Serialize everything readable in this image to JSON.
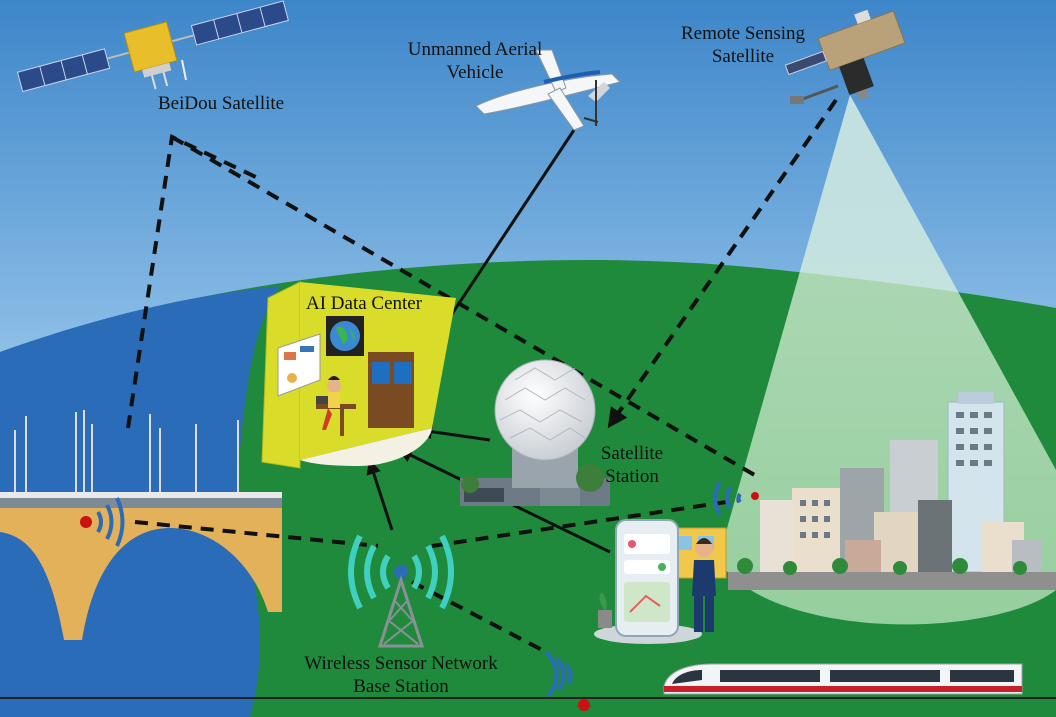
{
  "nodes": {
    "beidou": {
      "label": "BeiDou Satellite"
    },
    "uav": {
      "label_line1": "Unmanned Aerial",
      "label_line2": "Vehicle"
    },
    "remote_sensing": {
      "label_line1": "Remote Sensing",
      "label_line2": "Satellite"
    },
    "ai_center": {
      "label": "AI Data Center"
    },
    "satellite_station": {
      "label_line1": "Satellite",
      "label_line2": "Station"
    },
    "wsn": {
      "label_line1": "Wireless Sensor Network",
      "label_line2": "Base Station"
    }
  },
  "links": [
    {
      "from": "beidou",
      "to": "bridge-sensor",
      "style": "dashed"
    },
    {
      "from": "beidou",
      "to": "city-sensor",
      "style": "dashed"
    },
    {
      "from": "remote_sensing",
      "to": "satellite_station",
      "style": "dashed-arrow"
    },
    {
      "from": "uav",
      "to": "ai_center",
      "style": "solid-arrow"
    },
    {
      "from": "satellite_station",
      "to": "ai_center",
      "style": "solid-arrow"
    },
    {
      "from": "mobile_user",
      "to": "ai_center",
      "style": "solid-arrow"
    },
    {
      "from": "wsn",
      "to": "ai_center",
      "style": "solid-arrow"
    },
    {
      "from": "wsn",
      "to": "bridge-sensor",
      "style": "dashed"
    },
    {
      "from": "wsn",
      "to": "city-sensor",
      "style": "dashed"
    },
    {
      "from": "wsn",
      "to": "rail-sensor",
      "style": "dashed"
    }
  ],
  "colors": {
    "sky_top": "#4a8fcf",
    "sky_bottom": "#cfe6f6",
    "land": "#1f8a3b",
    "water": "#2b6cb8",
    "room_wall": "#d9dd2a",
    "bridge": "#e3b15a",
    "signal": "#2b6cb8",
    "sensor_dot": "#cc1111"
  },
  "icons": {
    "beidou": "satellite-icon",
    "uav": "airplane-icon",
    "remote_sensing": "satellite-icon",
    "station": "radome-icon",
    "tower": "antenna-tower-icon",
    "phone": "smartphone-icon",
    "train": "train-icon"
  }
}
